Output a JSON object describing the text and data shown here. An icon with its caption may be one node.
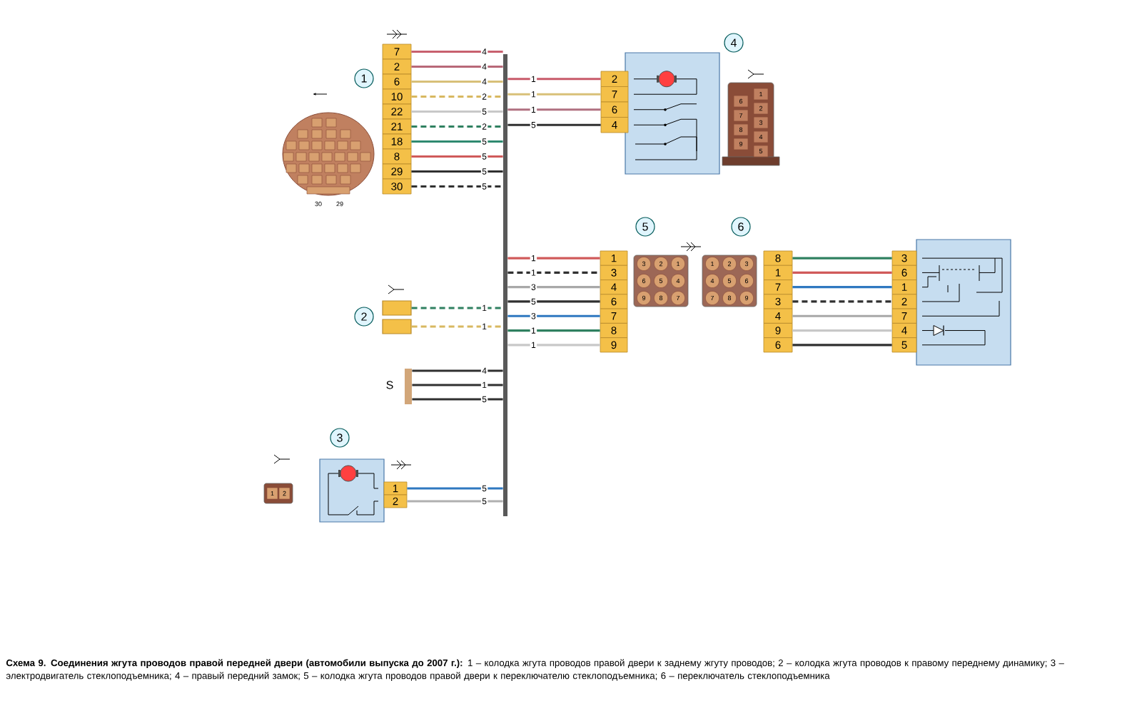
{
  "diagram": {
    "caption": "**Схема 9. Соединения жгута проводов правой передней двери (автомобили выпуска до 2007 г.):** 1 – колодка жгута проводов правой двери к заднему жгуту проводов; 2 – колодка жгута проводов к правому переднему динамику; 3 – электродвигатель стеклоподъемника; 4 – правый передний замок; 5 – колодка жгута проводов правой двери к переключателю стеклоподъемника; 6 – переключатель стеклоподъемника",
    "nodes": [
      {
        "text": [
          "1"
        ]
      },
      {
        "text": [
          "7"
        ]
      },
      {
        "text": [
          "2"
        ]
      },
      {
        "text": [
          "6"
        ]
      },
      {
        "text": [
          "10"
        ]
      },
      {
        "text": [
          "22"
        ]
      },
      {
        "text": [
          "21"
        ]
      },
      {
        "text": [
          "18"
        ]
      },
      {
        "text": [
          "8"
        ]
      },
      {
        "text": [
          "29"
        ]
      },
      {
        "text": [
          "30"
        ]
      },
      {
        "text": [],
        "shape": "bar"
      },
      {
        "text": [
          "4"
        ]
      },
      {
        "text": [],
        "shape": "box"
      },
      {
        "text": [
          "2"
        ]
      },
      {
        "text": [
          "7"
        ]
      },
      {
        "text": [
          "6"
        ]
      },
      {
        "text": [
          "4"
        ]
      },
      {
        "text": [
          "2"
        ]
      },
      {
        "text": [],
        "shape": "box"
      },
      {
        "text": [],
        "shape": "box"
      },
      {
        "text": [],
        "shape": "bar",
        "beside": [
          "S"
        ]
      },
      {
        "text": [
          "5"
        ]
      },
      {
        "text": [
          "6"
        ]
      },
      {
        "text": [
          "1"
        ]
      },
      {
        "text": [
          "3"
        ]
      },
      {
        "text": [
          "4"
        ]
      },
      {
        "text": [
          "6"
        ]
      },
      {
        "text": [
          "7"
        ]
      },
      {
        "text": [
          "8"
        ]
      },
      {
        "text": [
          "9"
        ]
      },
      {
        "text": [
          "8"
        ]
      },
      {
        "text": [
          "1"
        ]
      },
      {
        "text": [
          "7"
        ]
      },
      {
        "text": [
          "3"
        ]
      },
      {
        "text": [
          "4"
        ]
      },
      {
        "text": [
          "9"
        ]
      },
      {
        "text": [
          "6"
        ]
      },
      {
        "text": [],
        "shape": "box"
      },
      {
        "text": [
          "3"
        ]
      },
      {
        "text": [
          "6"
        ]
      },
      {
        "text": [
          "1"
        ]
      },
      {
        "text": [
          "2"
        ]
      },
      {
        "text": [
          "7"
        ]
      },
      {
        "text": [
          "4"
        ]
      },
      {
        "text": [
          "5"
        ]
      },
      {
        "text": [
          "3"
        ]
      },
      {
        "text": [],
        "shape": "box"
      },
      {
        "text": [
          "1"
        ]
      },
      {
        "text": [
          "2"
        ]
      }
    ],
    "edges": [
      {
        "from": 1,
        "to": 11,
        "arrow": "none",
        "label": "4",
        "color": "#c8606e"
      },
      {
        "from": 2,
        "to": 11,
        "arrow": "none",
        "label": "4",
        "color": "#b86878"
      },
      {
        "from": 3,
        "to": 11,
        "arrow": "none",
        "label": "4",
        "color": "#d8c078"
      },
      {
        "from": 4,
        "to": 11,
        "arrow": "none",
        "label": "2",
        "style": "dashed",
        "color": "#d8b860"
      },
      {
        "from": 5,
        "to": 11,
        "arrow": "none",
        "label": "5",
        "color": "#c8c8c8"
      },
      {
        "from": 6,
        "to": 11,
        "arrow": "none",
        "label": "2",
        "style": "dashed",
        "color": "#2f8060"
      },
      {
        "from": 7,
        "to": 11,
        "arrow": "none",
        "label": "5",
        "color": "#2f8a70"
      },
      {
        "from": 8,
        "to": 11,
        "arrow": "none",
        "label": "5",
        "color": "#d05a5a"
      },
      {
        "from": 9,
        "to": 11,
        "arrow": "none",
        "label": "5",
        "color": "#303030"
      },
      {
        "from": 10,
        "to": 11,
        "arrow": "none",
        "label": "5",
        "style": "dashed",
        "color": "#303030"
      },
      {
        "from": 11,
        "to": 14,
        "arrow": "none",
        "label": "1",
        "color": "#c85a6a"
      },
      {
        "from": 11,
        "to": 15,
        "arrow": "none",
        "label": "1",
        "color": "#d8c078"
      },
      {
        "from": 11,
        "to": 16,
        "arrow": "none",
        "label": "1",
        "color": "#b07080"
      },
      {
        "from": 11,
        "to": 17,
        "arrow": "none",
        "label": "5",
        "color": "#303030"
      },
      {
        "from": 19,
        "to": 11,
        "arrow": "none",
        "label": "1",
        "style": "dashed",
        "color": "#2f8060"
      },
      {
        "from": 20,
        "to": 11,
        "arrow": "none",
        "label": "1",
        "style": "dashed",
        "color": "#d8b860"
      },
      {
        "from": 21,
        "to": 11,
        "arrow": "none",
        "label": "4",
        "color": "#303030"
      },
      {
        "from": 21,
        "to": 11,
        "arrow": "none",
        "label": "1",
        "color": "#303030"
      },
      {
        "from": 21,
        "to": 11,
        "arrow": "none",
        "label": "5",
        "color": "#303030"
      },
      {
        "from": 11,
        "to": 24,
        "arrow": "none",
        "label": "1",
        "color": "#d05a5a"
      },
      {
        "from": 11,
        "to": 25,
        "arrow": "none",
        "label": "1",
        "style": "dashed",
        "color": "#303030"
      },
      {
        "from": 11,
        "to": 26,
        "arrow": "none",
        "label": "3",
        "color": "#a8a8a8"
      },
      {
        "from": 11,
        "to": 27,
        "arrow": "none",
        "label": "5",
        "color": "#303030"
      },
      {
        "from": 11,
        "to": 28,
        "arrow": "none",
        "label": "3",
        "color": "#2f78c0"
      },
      {
        "from": 11,
        "to": 29,
        "arrow": "none",
        "label": "1",
        "color": "#2f8060"
      },
      {
        "from": 11,
        "to": 30,
        "arrow": "none",
        "label": "1",
        "color": "#c8c8c8"
      },
      {
        "from": 31,
        "to": 39,
        "arrow": "none",
        "color": "#2f8060"
      },
      {
        "from": 32,
        "to": 40,
        "arrow": "none",
        "color": "#d05a5a"
      },
      {
        "from": 33,
        "to": 41,
        "arrow": "none",
        "color": "#2f78c0"
      },
      {
        "from": 34,
        "to": 42,
        "arrow": "none",
        "style": "dashed",
        "color": "#303030"
      },
      {
        "from": 35,
        "to": 43,
        "arrow": "none",
        "color": "#a8a8a8"
      },
      {
        "from": 36,
        "to": 44,
        "arrow": "none",
        "color": "#c8c8c8"
      },
      {
        "from": 37,
        "to": 45,
        "arrow": "none",
        "color": "#303030"
      },
      {
        "from": 48,
        "to": 11,
        "arrow": "none",
        "label": "5",
        "color": "#2f78c0"
      },
      {
        "from": 49,
        "to": 11,
        "arrow": "none",
        "label": "5",
        "color": "#b0b0b0"
      }
    ],
    "labels": [
      "1",
      "6",
      "2",
      "7",
      "3",
      "8",
      "4",
      "9",
      "5",
      "30",
      "29",
      "3",
      "2",
      "1",
      "6",
      "5",
      "4",
      "9",
      "8",
      "7",
      "1",
      "2",
      "3",
      "4",
      "5",
      "6",
      "7",
      "8",
      "9",
      "1",
      "2"
    ]
  }
}
